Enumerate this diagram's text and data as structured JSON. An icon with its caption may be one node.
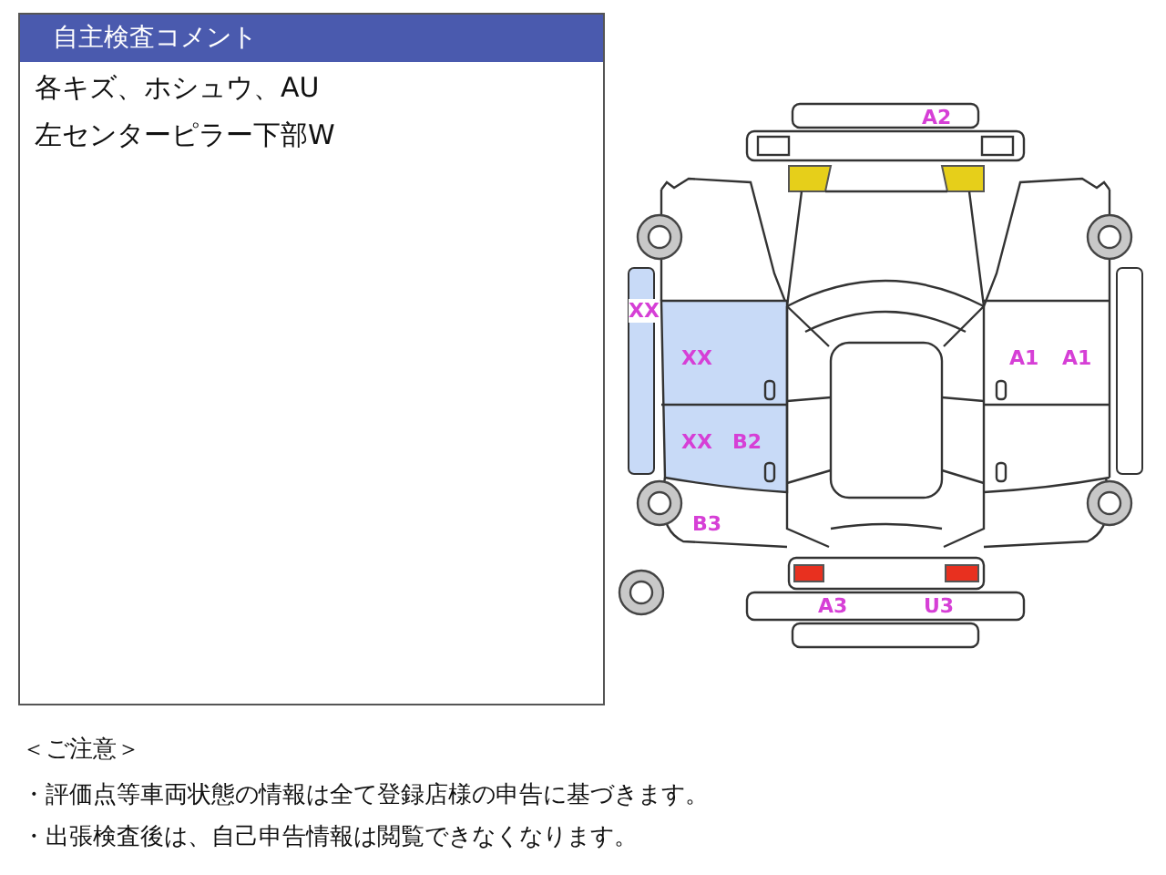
{
  "diagram": {
    "nodes": [
      {
        "text": [
          "自主検査コメント",
          "各キズ、ホシュウ、AU",
          "左センターピラー下部W"
        ]
      }
    ],
    "labels": [
      "A2",
      "XX",
      "XX",
      "A1",
      "A1",
      "XX",
      "B2",
      "B3",
      "A3",
      "U3",
      "＜ご注意＞",
      "・評価点等車両状態の情報は全て登録店様の申告に基づきます。",
      "・出張検査後は、自己申告情報は閲覧できなくなります。"
    ]
  }
}
